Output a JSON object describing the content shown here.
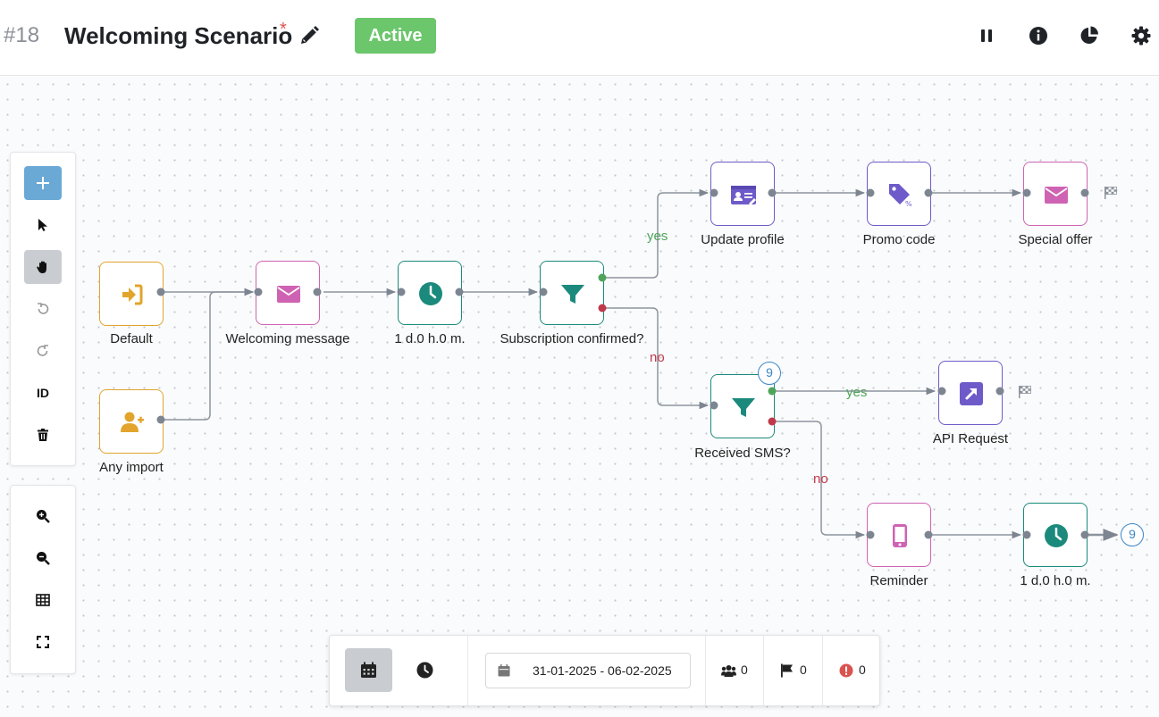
{
  "header": {
    "scenario_id": "#18",
    "title": "Welcoming Scenario",
    "unsaved_mark": "*",
    "status": "Active"
  },
  "colors": {
    "trigger": "#e2a42c",
    "message": "#cf63b3",
    "delay": "#1b8a7c",
    "action": "#6e5bc9",
    "yes": "#4fa45a",
    "no": "#c0394b",
    "badge": "#3a86c8",
    "status": "#6cc66c"
  },
  "toolbar": {
    "id_label": "ID"
  },
  "nodes": {
    "default": {
      "label": "Default",
      "icon": "sign-in-icon"
    },
    "any_import": {
      "label": "Any import",
      "icon": "user-plus-icon"
    },
    "welcoming_message": {
      "label": "Welcoming message",
      "icon": "envelope-icon"
    },
    "delay_1": {
      "label": "1 d.0 h.0 m.",
      "icon": "clock-icon"
    },
    "subscription_confirmed": {
      "label": "Subscription confirmed?",
      "icon": "filter-icon"
    },
    "update_profile": {
      "label": "Update profile",
      "icon": "id-card-icon"
    },
    "promo_code": {
      "label": "Promo code",
      "icon": "tag-icon"
    },
    "special_offer": {
      "label": "Special offer",
      "icon": "envelope-icon"
    },
    "received_sms": {
      "label": "Received SMS?",
      "icon": "filter-icon",
      "badge": "9"
    },
    "api_request": {
      "label": "API Request",
      "icon": "external-link-icon"
    },
    "reminder": {
      "label": "Reminder",
      "icon": "mobile-icon"
    },
    "delay_2": {
      "label": "1 d.0 h.0 m.",
      "icon": "clock-icon"
    }
  },
  "edge_labels": {
    "yes_1": "yes",
    "no_1": "no",
    "yes_2": "yes",
    "no_2": "no"
  },
  "goto_badge": "9",
  "bottom_bar": {
    "date_range": "31-01-2025 - 06-02-2025",
    "contacts_count": "0",
    "finished_count": "0",
    "errors_count": "0"
  }
}
